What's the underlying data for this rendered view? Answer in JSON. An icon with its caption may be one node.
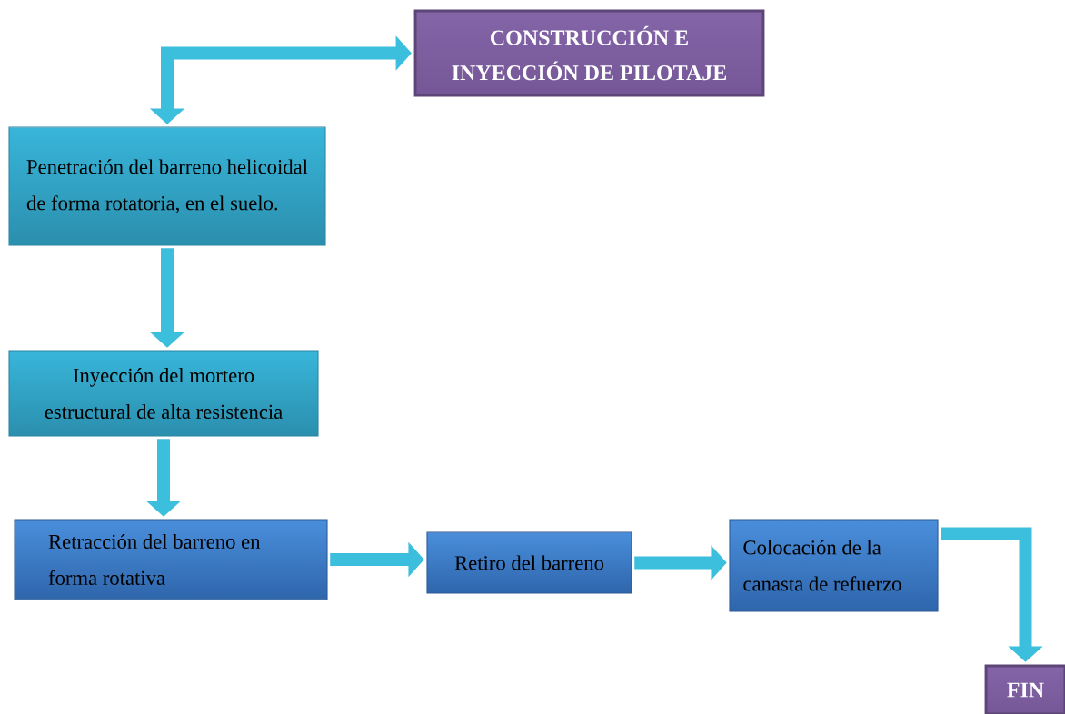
{
  "diagram": {
    "nodes": [
      {
        "text": [
          "CONSTRUCCIÓN E INYECCIÓN DE PILOTAJE"
        ]
      },
      {
        "text": [
          "Penetración del barreno helicoidal de forma rotatoria, en el suelo."
        ]
      },
      {
        "text": [
          "Inyección del mortero estructural de alta resistencia"
        ]
      },
      {
        "text": [
          "Retracción del barreno en forma rotativa"
        ]
      },
      {
        "text": [
          "Retiro del barreno"
        ]
      },
      {
        "text": [
          "Colocación de la canasta de refuerzo"
        ]
      },
      {
        "text": [
          "FIN"
        ]
      }
    ],
    "edges": [
      {
        "from": 0,
        "to": 1,
        "arrow": "both"
      },
      {
        "from": 1,
        "to": 2,
        "arrow": "to"
      },
      {
        "from": 2,
        "to": 3,
        "arrow": "to"
      },
      {
        "from": 3,
        "to": 4,
        "arrow": "to"
      },
      {
        "from": 4,
        "to": 5,
        "arrow": "to"
      },
      {
        "from": 5,
        "to": 6,
        "arrow": "to"
      }
    ]
  }
}
